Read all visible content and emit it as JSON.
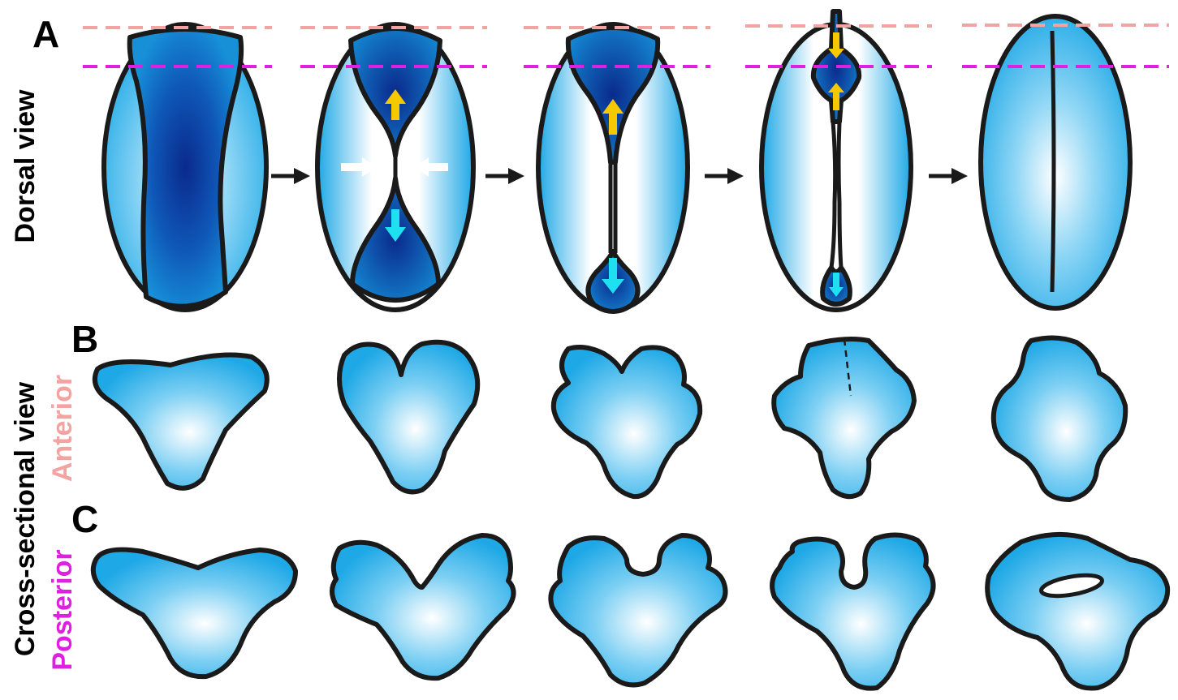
{
  "panels": {
    "a": "A",
    "b": "B",
    "c": "C"
  },
  "labels": {
    "dorsal_view": "Dorsal view",
    "cross_sectional_view": "Cross-sectional view",
    "anterior": "Anterior",
    "posterior": "Posterior"
  },
  "colors": {
    "anterior": "#f4a3a3",
    "posterior": "#e020e0",
    "tissue_light": "#ffffff",
    "tissue_mid": "#1ea8e6",
    "neural_plate_dark": "#0a2a8c",
    "arrow_anterior": "#f5c800",
    "arrow_posterior": "#1ee0f0",
    "arrow_medial": "#ffffff",
    "arrow_stage": "#1a1a1a"
  },
  "stages": 5,
  "icons": {
    "stage_transition": "right-arrow-icon",
    "anterior_movement": "up-arrow-icon",
    "posterior_movement": "down-arrow-icon",
    "medial_movement": "inward-arrow-icon"
  }
}
